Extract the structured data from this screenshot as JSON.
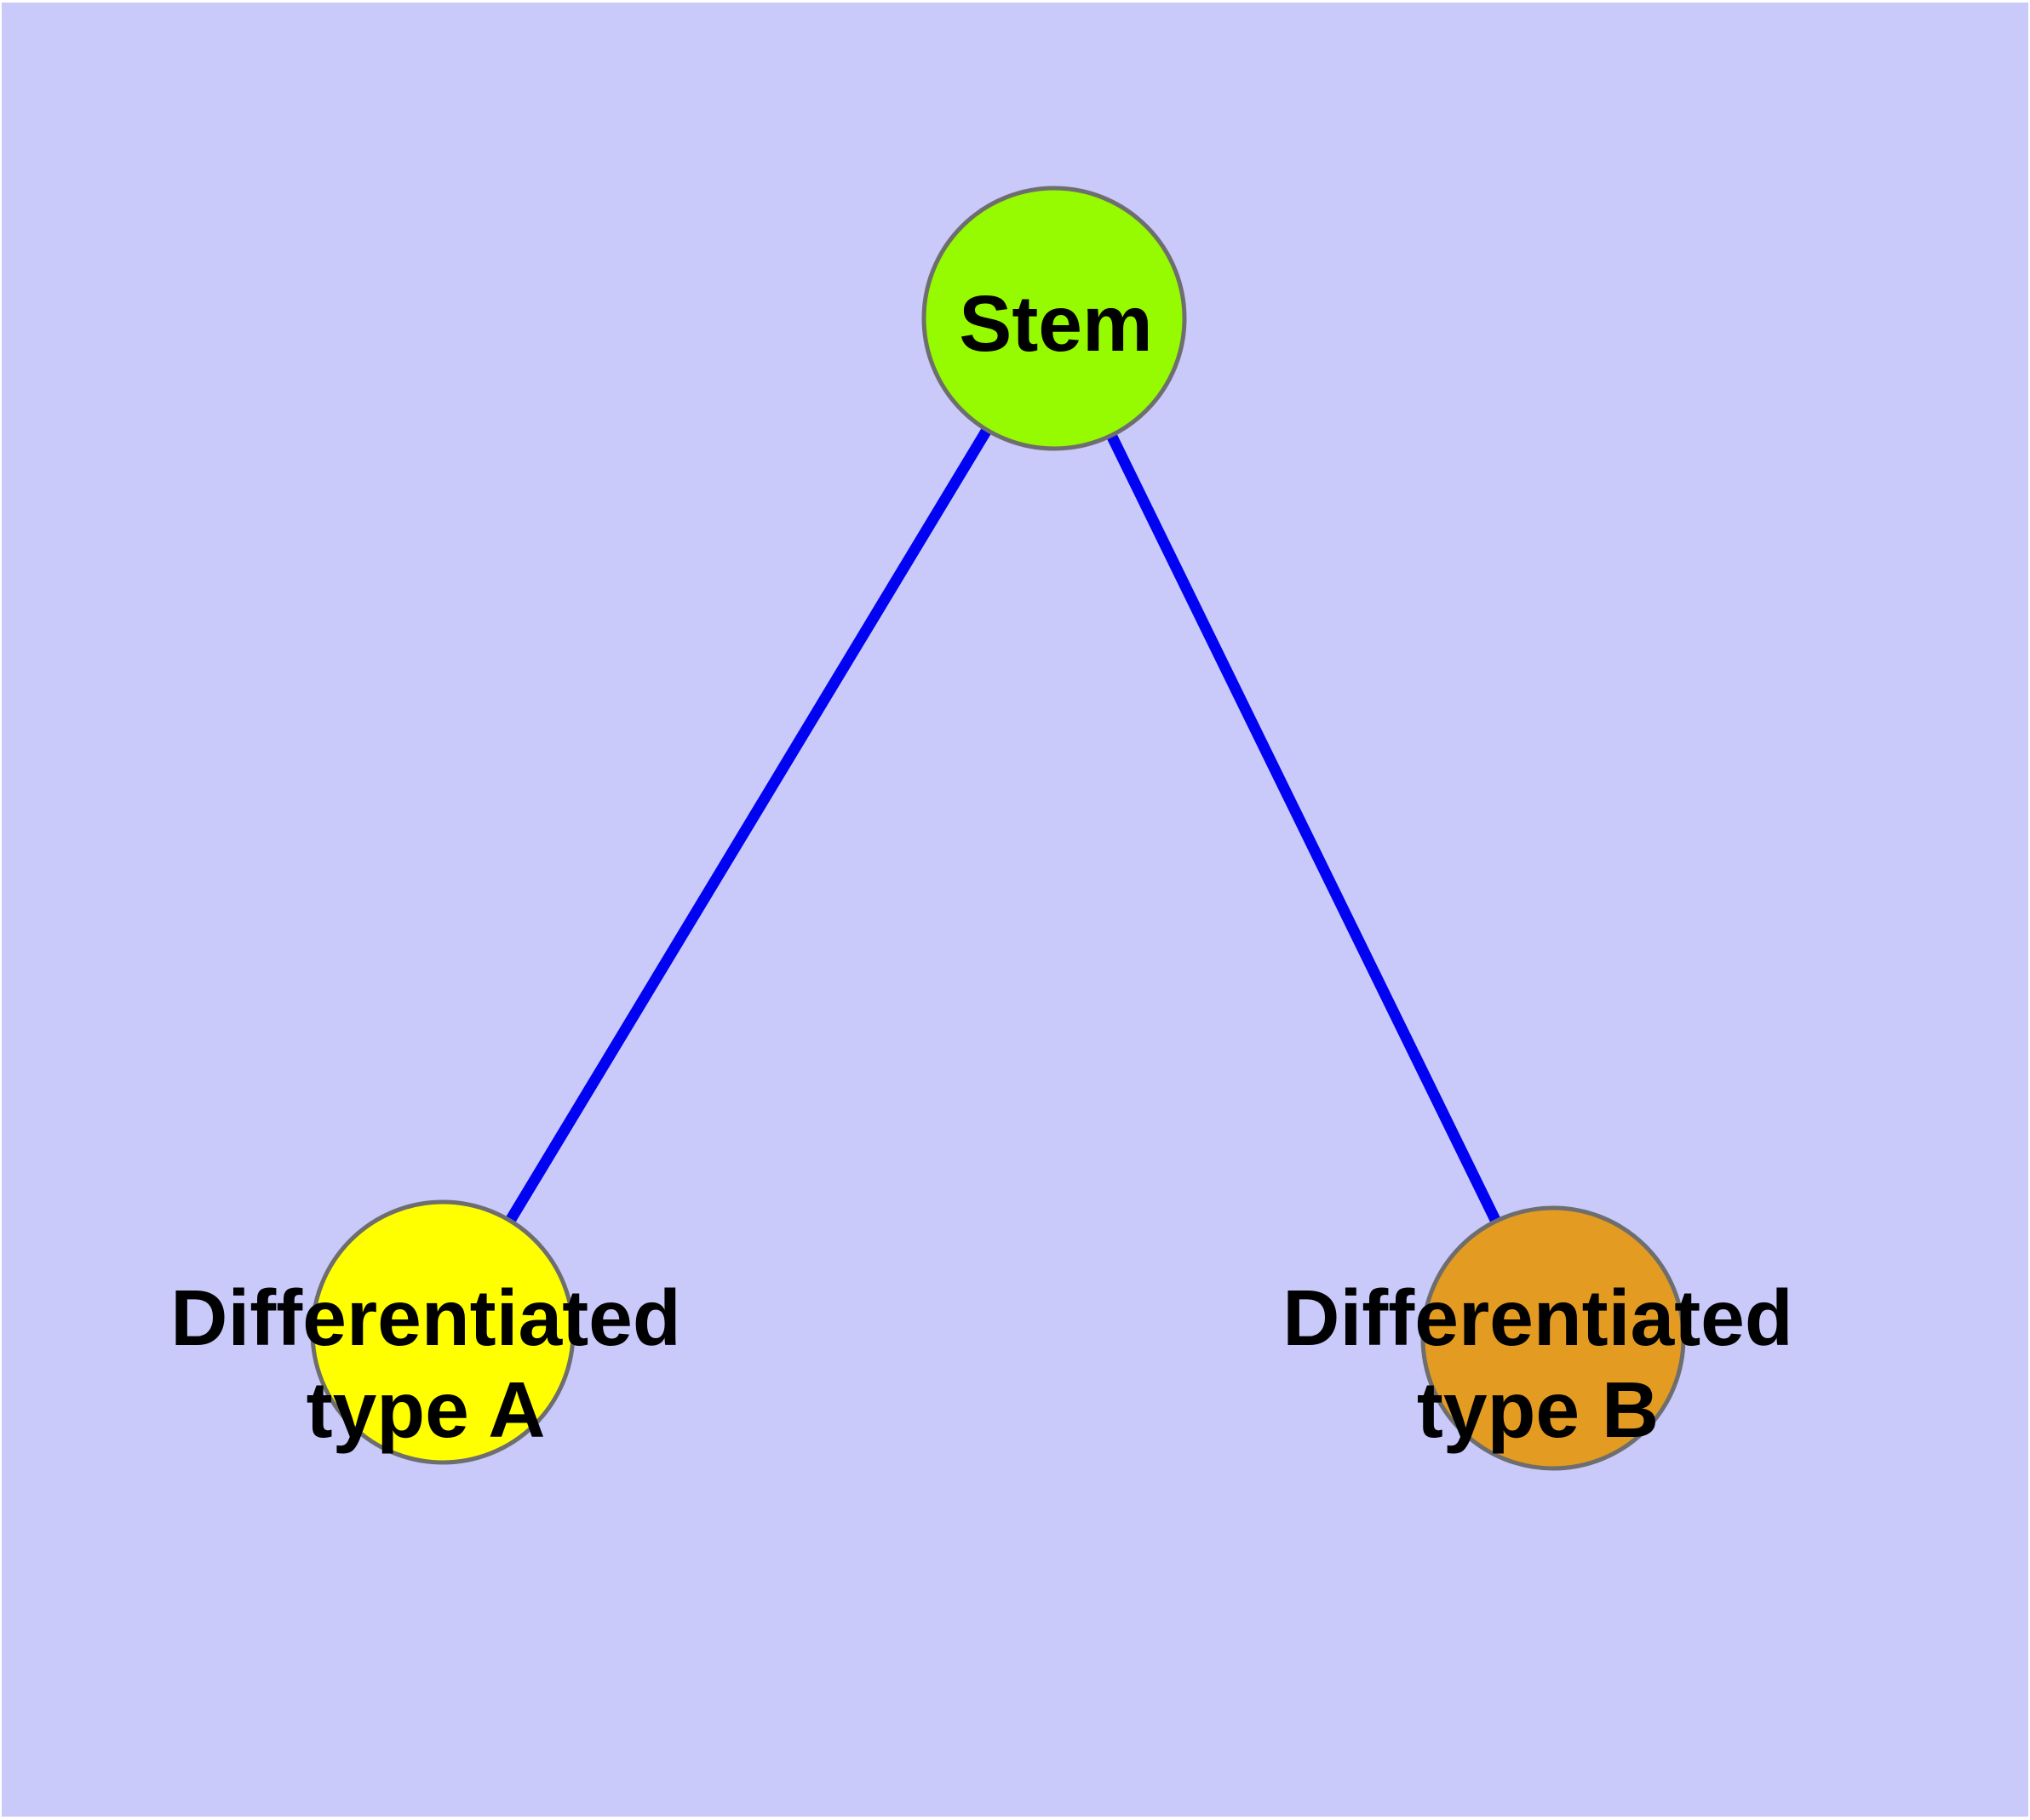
{
  "diagram": {
    "type": "node-link-graph",
    "background_color": "#C9C9FA",
    "margin_color": "#FFFFFF",
    "edge_color": "#0202F2",
    "node_border_color": "#6E6E6E",
    "text_color": "#000000",
    "nodes": [
      {
        "id": "stem",
        "label": "Stem",
        "color": "#96FA00"
      },
      {
        "id": "differentiated-type-a",
        "label": "Differentiated\ntype A",
        "color": "#FFFF00"
      },
      {
        "id": "differentiated-type-b",
        "label": "Differentiated\ntype B",
        "color": "#E39B22"
      }
    ],
    "edges": [
      {
        "from": "stem",
        "to": "differentiated-type-a"
      },
      {
        "from": "stem",
        "to": "differentiated-type-b"
      }
    ]
  }
}
